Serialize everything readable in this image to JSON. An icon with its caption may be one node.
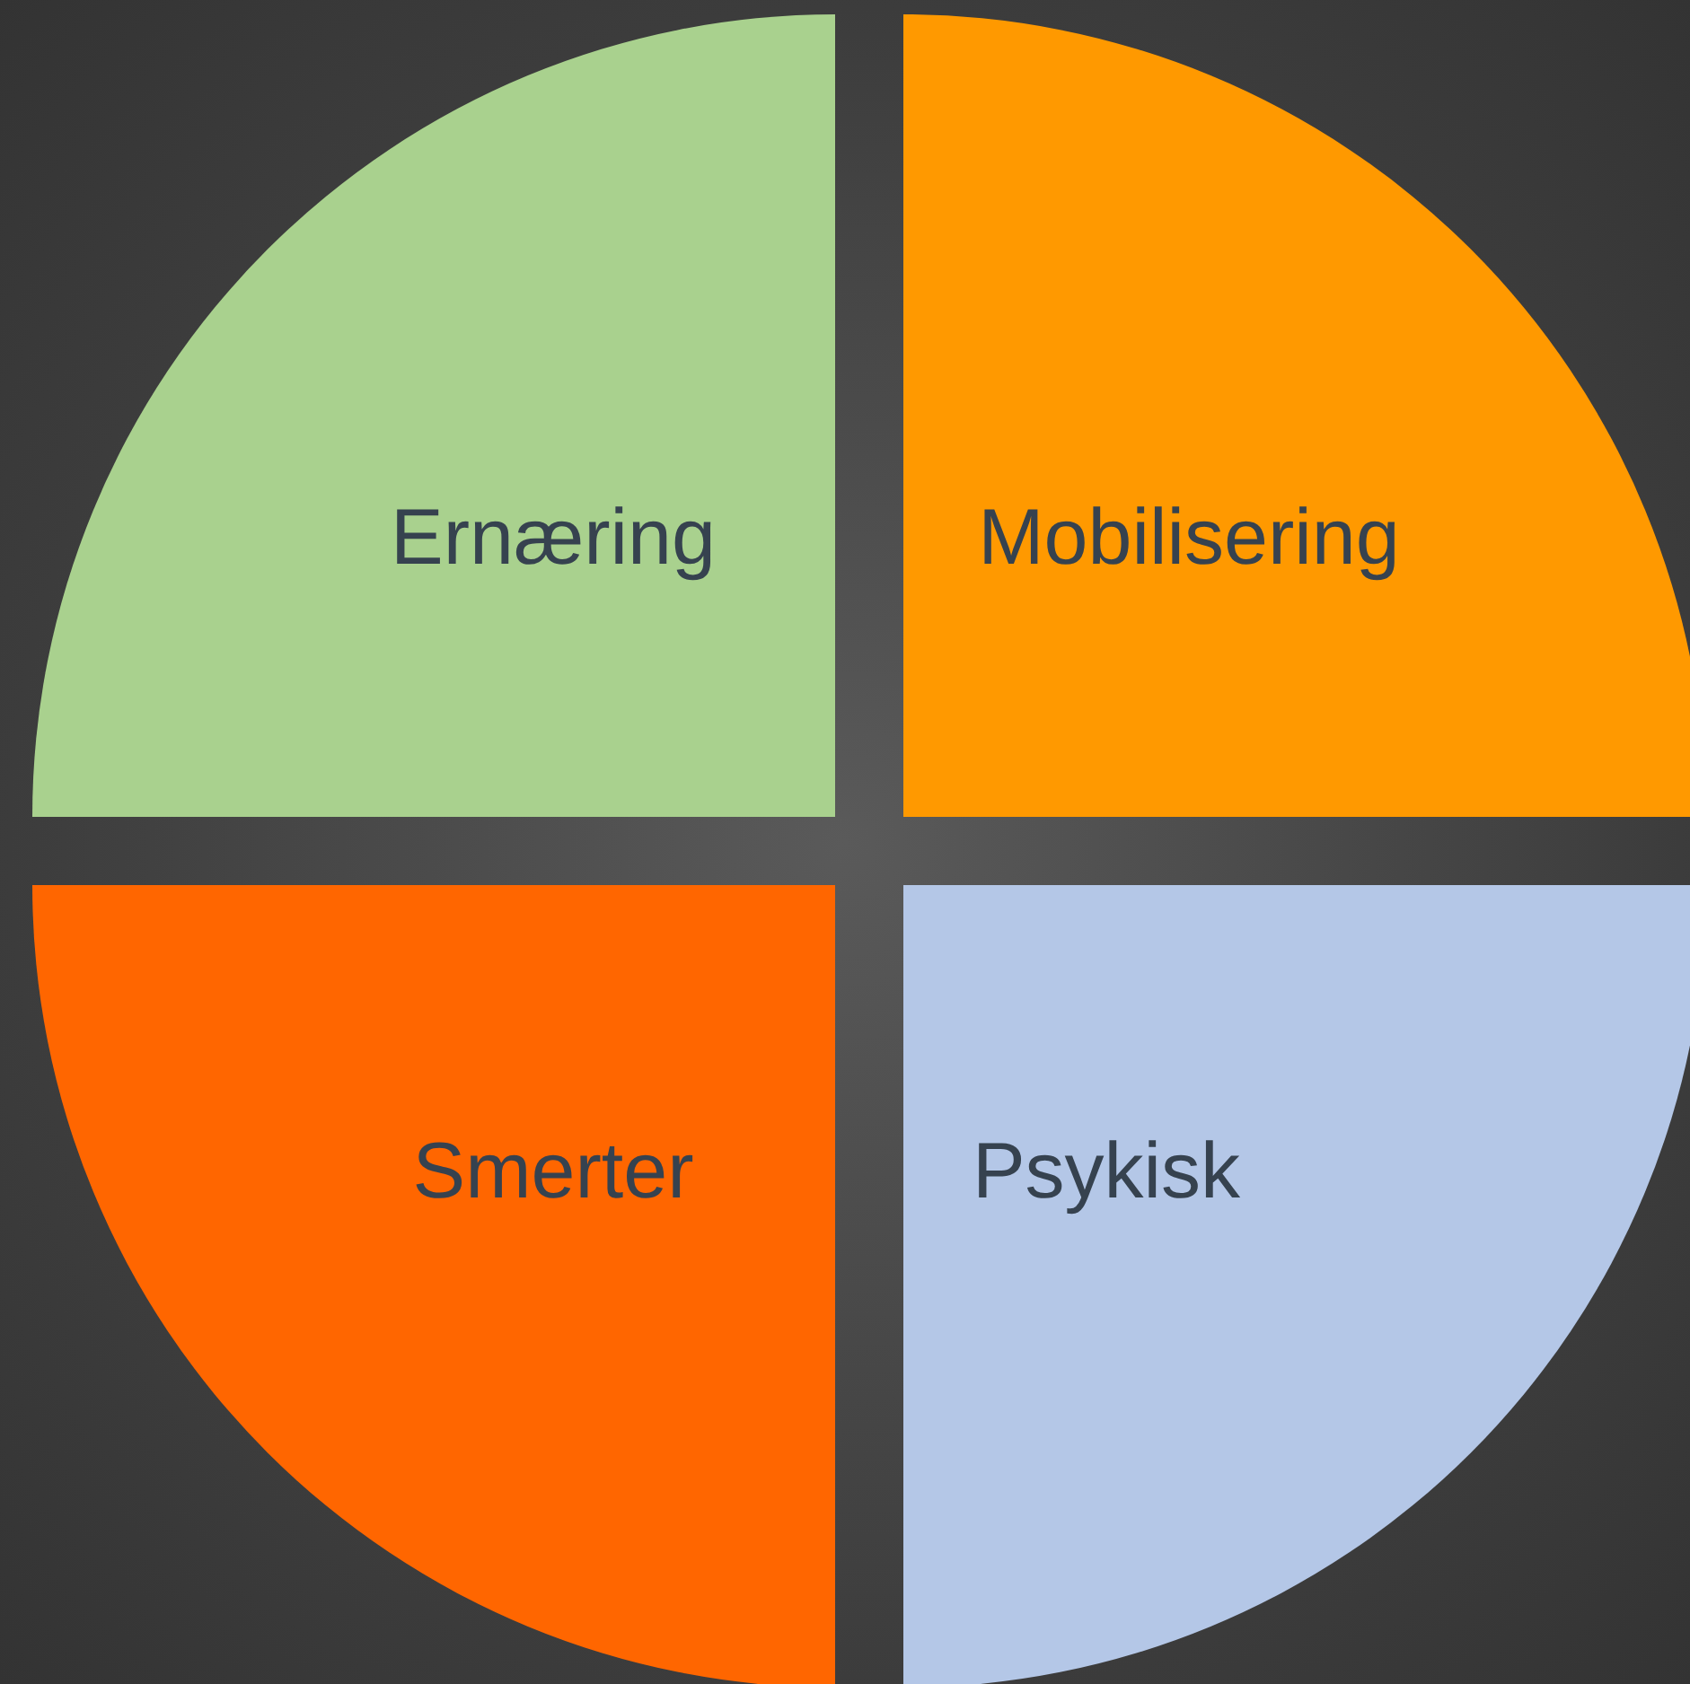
{
  "diagram": {
    "nodes": [
      {
        "text": [
          "Ernæring"
        ]
      },
      {
        "text": [
          "Mobilisering"
        ]
      },
      {
        "text": [
          "Smerter"
        ]
      },
      {
        "text": [
          "Psykisk"
        ]
      }
    ]
  }
}
